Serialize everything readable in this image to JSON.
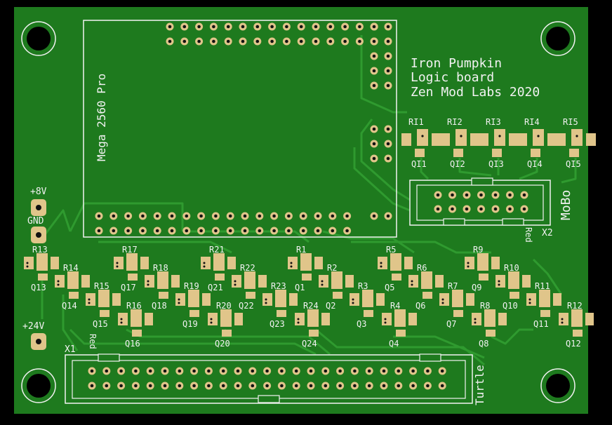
{
  "board": {
    "title_lines": [
      "Iron Pumpkin",
      "Logic board",
      "Zen Mod Labs 2020"
    ],
    "module_label": "Mega 2560 Pro",
    "colors": {
      "background": "#000000",
      "copper": "#1e7a1e",
      "trace": "#2f9a2f",
      "pad": "#e0c58a",
      "drill": "#111111",
      "silkscreen": "#f2f2f2"
    }
  },
  "power": {
    "p8v": "+8V",
    "gnd": "GND",
    "p24v": "+24V"
  },
  "connectors": {
    "mobo_name": "MoBo",
    "mobo_ref": "X2",
    "mobo_pin1": "Red",
    "turtle_name": "Turtle",
    "turtle_ref": "X1",
    "turtle_pin1": "Red"
  },
  "top_resistors": [
    "RI1",
    "RI2",
    "RI3",
    "RI4",
    "RI5"
  ],
  "top_transistors": [
    "QI1",
    "QI2",
    "QI3",
    "QI4",
    "QI5"
  ],
  "labels": {
    "R1": "R1",
    "R2": "R2",
    "R3": "R3",
    "R4": "R4",
    "R5": "R5",
    "R6": "R6",
    "R7": "R7",
    "R8": "R8",
    "R9": "R9",
    "R10": "R10",
    "R11": "R11",
    "R12": "R12",
    "R13": "R13",
    "R14": "R14",
    "R15": "R15",
    "R16": "R16",
    "R17": "R17",
    "R18": "R18",
    "R19": "R19",
    "R20": "R20",
    "R21": "R21",
    "R22": "R22",
    "R23": "R23",
    "R24": "R24",
    "Q1": "Q1",
    "Q2": "Q2",
    "Q3": "Q3",
    "Q4": "Q4",
    "Q5": "Q5",
    "Q6": "Q6",
    "Q7": "Q7",
    "Q8": "Q8",
    "Q9": "Q9",
    "Q10": "Q10",
    "Q11": "Q11",
    "Q12": "Q12",
    "Q13": "Q13",
    "Q14": "Q14",
    "Q15": "Q15",
    "Q16": "Q16",
    "Q17": "Q17",
    "Q18": "Q18",
    "Q19": "Q19",
    "Q20": "Q20",
    "Q21": "Q21",
    "Q22": "Q22",
    "Q23": "Q23",
    "Q24": "Q24"
  }
}
